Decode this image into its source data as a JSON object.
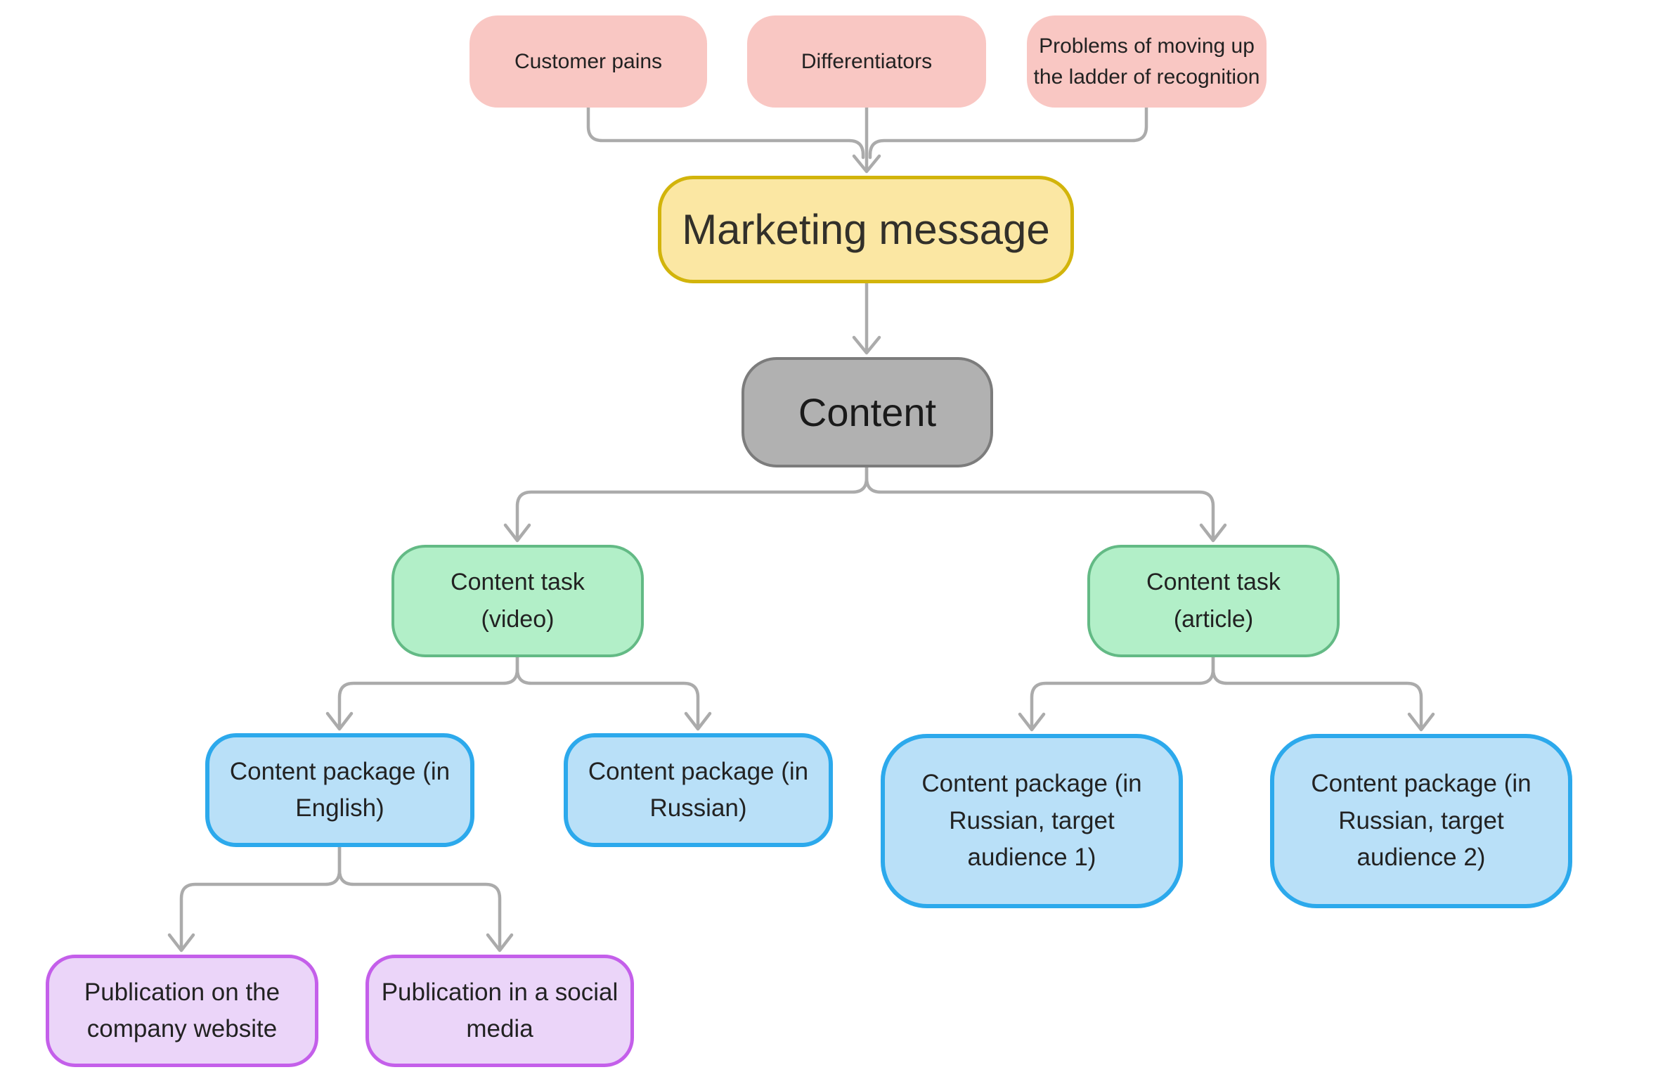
{
  "diagram": {
    "title": "Marketing content flow diagram",
    "nodes": [
      {
        "id": "customer-pains",
        "label": "Customer pains",
        "color": "pink"
      },
      {
        "id": "differentiators",
        "label": "Differentiators",
        "color": "pink"
      },
      {
        "id": "problems-ladder",
        "label": "Problems of moving up\nthe ladder of recognition",
        "color": "pink"
      },
      {
        "id": "marketing-message",
        "label": "Marketing message",
        "color": "yellow"
      },
      {
        "id": "content",
        "label": "Content",
        "color": "gray"
      },
      {
        "id": "content-task-video",
        "label": "Content task\n(video)",
        "color": "green"
      },
      {
        "id": "content-task-article",
        "label": "Content task\n(article)",
        "color": "green"
      },
      {
        "id": "package-english",
        "label": "Content package (in\nEnglish)",
        "color": "blue"
      },
      {
        "id": "package-russian",
        "label": "Content package (in\nRussian)",
        "color": "blue"
      },
      {
        "id": "package-russian-audience-1",
        "label": "Content package (in\nRussian, target\naudience 1)",
        "color": "blue"
      },
      {
        "id": "package-russian-audience-2",
        "label": "Content package (in\nRussian, target\naudience 2)",
        "color": "blue"
      },
      {
        "id": "publication-website",
        "label": "Publication on the\ncompany website",
        "color": "purple"
      },
      {
        "id": "publication-social",
        "label": "Publication in a social\nmedia",
        "color": "purple"
      }
    ],
    "edges": [
      {
        "from": "customer-pains",
        "to": "marketing-message"
      },
      {
        "from": "differentiators",
        "to": "marketing-message"
      },
      {
        "from": "problems-ladder",
        "to": "marketing-message"
      },
      {
        "from": "marketing-message",
        "to": "content"
      },
      {
        "from": "content",
        "to": "content-task-video"
      },
      {
        "from": "content",
        "to": "content-task-article"
      },
      {
        "from": "content-task-video",
        "to": "package-english"
      },
      {
        "from": "content-task-video",
        "to": "package-russian"
      },
      {
        "from": "content-task-article",
        "to": "package-russian-audience-1"
      },
      {
        "from": "content-task-article",
        "to": "package-russian-audience-2"
      },
      {
        "from": "package-english",
        "to": "publication-website"
      },
      {
        "from": "package-english",
        "to": "publication-social"
      }
    ],
    "palette": {
      "pink_fill": "#f9c7c3",
      "yellow_fill": "#fbe7a3",
      "yellow_border": "#d2b40b",
      "gray_fill": "#b1b1b1",
      "gray_border": "#7c7c7c",
      "green_fill": "#b2efc8",
      "green_border": "#63ba85",
      "blue_fill": "#b9e0f8",
      "blue_border": "#2ca9ec",
      "purple_fill": "#ebd5f9",
      "purple_border": "#c45fea",
      "connector": "#ababab",
      "text": "#222222",
      "background": "#ffffff"
    }
  }
}
